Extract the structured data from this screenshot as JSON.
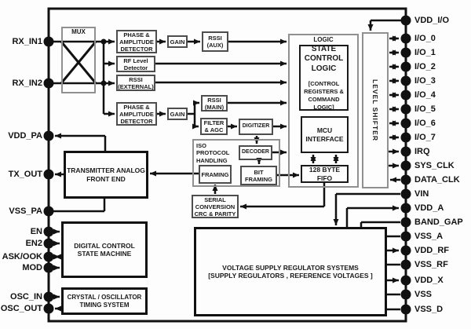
{
  "diagram": {
    "type": "ic-block-diagram",
    "colors": {
      "wire": "#111111",
      "container_border": "#909090",
      "block_border": "#4d4d4d",
      "background": "#ffffff"
    }
  },
  "blocks": {
    "mux": "MUX",
    "pad1": "PHASE & AMPLITUDE DETECTOR",
    "rf_level": "RF Level Detector",
    "rssi_ext": "RSSI (EXTERNAL)",
    "pad2": "PHASE & AMPLITUDE DETECTOR",
    "gain1": "GAIN",
    "gain2": "GAIN",
    "rssi_aux": "RSSI (AUX)",
    "rssi_main": "RSSI (MAIN)",
    "filter_agc": "FILTER & AGC",
    "digitizer": "DIGITIZER",
    "iso": "ISO PROTOCOL HANDLING",
    "decoder": "DECODER",
    "bit_framing": "BIT FRAMING",
    "framing": "FRAMING",
    "serial": "SERIAL CONVERSION CRC & PARITY",
    "logic": "LOGIC",
    "scl": {
      "title": "STATE CONTROL LOGIC",
      "subtitle": "[CONTROL REGISTERS & COMMAND LOGIC]"
    },
    "mcu": "MCU INTERFACE",
    "fifo": "128 BYTE FIFO",
    "level_shifter": "LEVEL SHIFTER",
    "txfe": "TRANSMITTER ANALOG FRONT END",
    "dcsm": "DIGITAL CONTROL STATE MACHINE",
    "crystal": "CRYSTAL / OSCILLATOR TIMING SYSTEM",
    "vreg": {
      "line1": "VOLTAGE SUPPLY REGULATOR SYSTEMS",
      "line2": "[SUPPLY REGULATORS , REFERENCE VOLTAGES ]"
    }
  },
  "pins": {
    "left": [
      {
        "label": "RX_IN1",
        "arrow": "none"
      },
      {
        "label": "RX_IN2",
        "arrow": "none"
      },
      {
        "label": "VDD_PA",
        "arrow": "toward-pin"
      },
      {
        "label": "TX_OUT",
        "arrow": "toward-pin"
      },
      {
        "label": "VSS_PA",
        "arrow": "none"
      },
      {
        "label": "EN",
        "arrow": "into-chip"
      },
      {
        "label": "EN2",
        "arrow": "into-chip"
      },
      {
        "label": "ASK/OOK",
        "arrow": "both"
      },
      {
        "label": "MOD",
        "arrow": "into-chip"
      },
      {
        "label": "OSC_IN",
        "arrow": "into-chip"
      },
      {
        "label": "OSC_OUT",
        "arrow": "toward-pin"
      }
    ],
    "right": [
      {
        "label": "VDD_I/O",
        "arrow": "none"
      },
      {
        "label": "I/O_0",
        "arrow": "both"
      },
      {
        "label": "I/O_1",
        "arrow": "both"
      },
      {
        "label": "I/O_2",
        "arrow": "both"
      },
      {
        "label": "I/O_3",
        "arrow": "both"
      },
      {
        "label": "I/O_4",
        "arrow": "both"
      },
      {
        "label": "I/O_5",
        "arrow": "both"
      },
      {
        "label": "I/O_6",
        "arrow": "both"
      },
      {
        "label": "I/O_7",
        "arrow": "both"
      },
      {
        "label": "IRQ",
        "arrow": "toward-pin"
      },
      {
        "label": "SYS_CLK",
        "arrow": "toward-pin"
      },
      {
        "label": "DATA_CLK",
        "arrow": "into-chip"
      },
      {
        "label": "VIN",
        "arrow": "none"
      },
      {
        "label": "VDD_A",
        "arrow": "toward-pin"
      },
      {
        "label": "BAND_GAP",
        "arrow": "none"
      },
      {
        "label": "VSS_A",
        "arrow": "none"
      },
      {
        "label": "VDD_RF",
        "arrow": "toward-pin"
      },
      {
        "label": "VSS_RF",
        "arrow": "none"
      },
      {
        "label": "VDD_X",
        "arrow": "toward-pin"
      },
      {
        "label": "VSS",
        "arrow": "none"
      },
      {
        "label": "VSS_D",
        "arrow": "none"
      }
    ]
  }
}
